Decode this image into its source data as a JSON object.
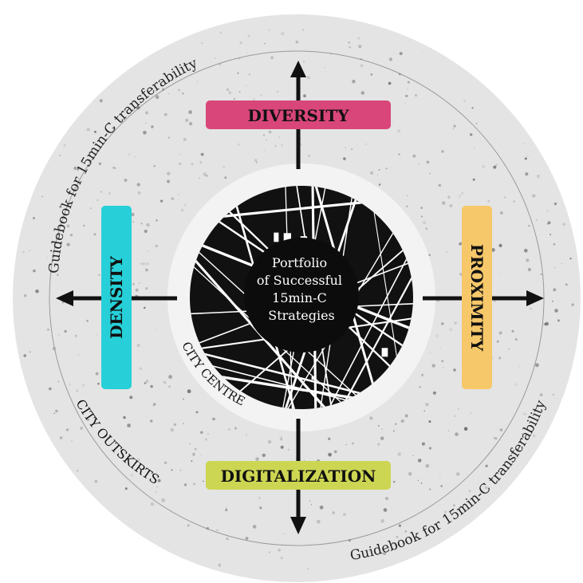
{
  "diagram": {
    "center_lines": [
      "Portfolio",
      "of Successful",
      "15min-C",
      "Strategies"
    ],
    "dimensions": {
      "top": {
        "label": "DIVERSITY",
        "color": "#d9467a"
      },
      "right": {
        "label": "PROXIMITY",
        "color": "#f6c86a"
      },
      "bottom": {
        "label": "DIGITALIZATION",
        "color": "#cdd652"
      },
      "left": {
        "label": "DENSITY",
        "color": "#27d0d8"
      }
    },
    "zones": {
      "inner": "CITY CENTRE",
      "outer": "CITY OUTSKIRTS"
    },
    "guidebook": {
      "upper": "Guidebook for 15min-C transferability",
      "lower": "Guidebook for 15min-C transferability"
    },
    "colors": {
      "outer_disk": "#e4e4e4",
      "mid_ring": "#f3f3f3",
      "city_core": "#111111",
      "arrows": "#111111"
    }
  }
}
